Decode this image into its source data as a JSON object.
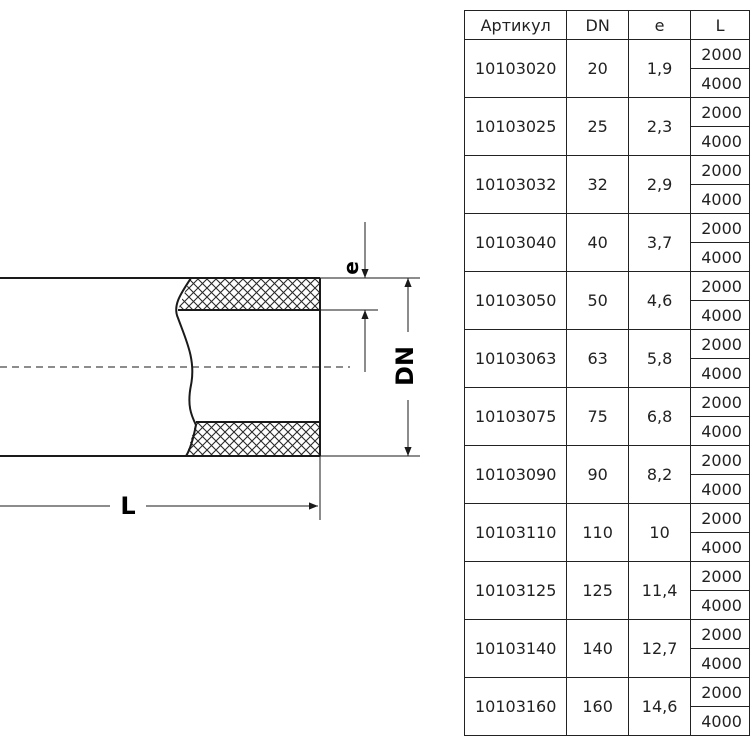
{
  "diagram": {
    "label_e": "e",
    "label_dn": "DN",
    "label_l": "L"
  },
  "table": {
    "headers": [
      "Артикул",
      "DN",
      "e",
      "L"
    ],
    "rows": [
      {
        "article": "10103020",
        "dn": "20",
        "e": "1,9",
        "lengths": [
          "2000",
          "4000"
        ]
      },
      {
        "article": "10103025",
        "dn": "25",
        "e": "2,3",
        "lengths": [
          "2000",
          "4000"
        ]
      },
      {
        "article": "10103032",
        "dn": "32",
        "e": "2,9",
        "lengths": [
          "2000",
          "4000"
        ]
      },
      {
        "article": "10103040",
        "dn": "40",
        "e": "3,7",
        "lengths": [
          "2000",
          "4000"
        ]
      },
      {
        "article": "10103050",
        "dn": "50",
        "e": "4,6",
        "lengths": [
          "2000",
          "4000"
        ]
      },
      {
        "article": "10103063",
        "dn": "63",
        "e": "5,8",
        "lengths": [
          "2000",
          "4000"
        ]
      },
      {
        "article": "10103075",
        "dn": "75",
        "e": "6,8",
        "lengths": [
          "2000",
          "4000"
        ]
      },
      {
        "article": "10103090",
        "dn": "90",
        "e": "8,2",
        "lengths": [
          "2000",
          "4000"
        ]
      },
      {
        "article": "10103110",
        "dn": "110",
        "e": "10",
        "lengths": [
          "2000",
          "4000"
        ]
      },
      {
        "article": "10103125",
        "dn": "125",
        "e": "11,4",
        "lengths": [
          "2000",
          "4000"
        ]
      },
      {
        "article": "10103140",
        "dn": "140",
        "e": "12,7",
        "lengths": [
          "2000",
          "4000"
        ]
      },
      {
        "article": "10103160",
        "dn": "160",
        "e": "14,6",
        "lengths": [
          "2000",
          "4000"
        ]
      }
    ]
  }
}
